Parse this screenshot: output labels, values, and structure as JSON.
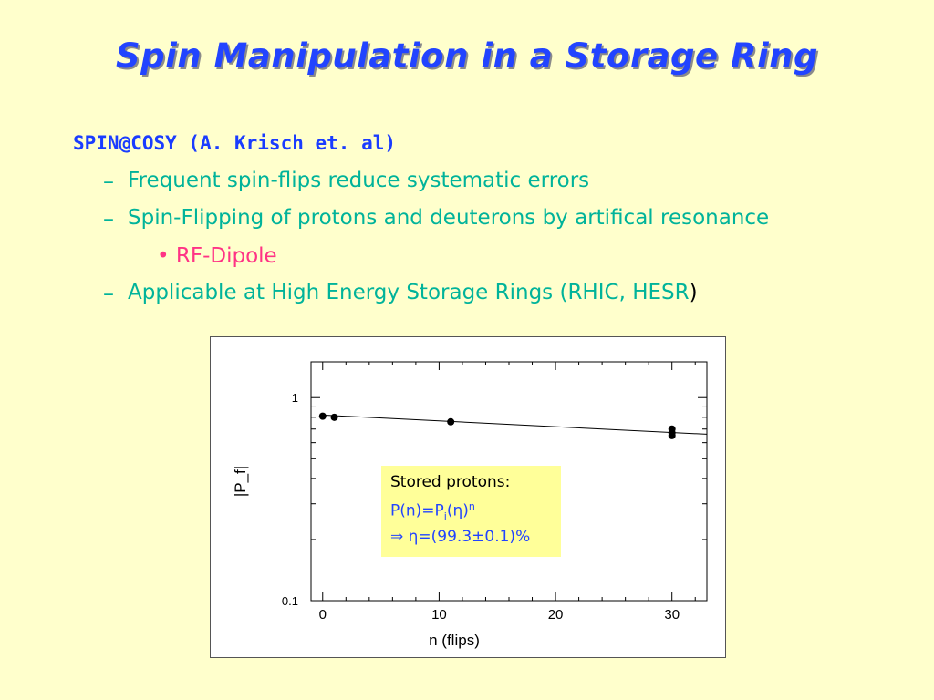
{
  "slide": {
    "title": "Spin Manipulation in a Storage Ring",
    "heading": "SPIN@COSY (A. Krisch et. al)",
    "points": [
      "Frequent spin-flips reduce systematic errors",
      "Spin-Flipping of protons and deuterons by artifical resonance",
      "Applicable at High Energy Storage Rings (RHIC, HESR"
    ],
    "closing_paren": ")",
    "dash": "–",
    "sub_bullet": "• RF-Dipole"
  },
  "legend": {
    "line1": "Stored protons:",
    "line2_a": "P(n)=P",
    "line2_sub": "i",
    "line2_b": "(η)",
    "line2_sup": "n",
    "line3": "⇒ η=(99.3±0.1)%"
  },
  "chart_data": {
    "type": "scatter",
    "xlabel": "n (flips)",
    "ylabel": "|P_f|",
    "x_ticks": [
      "0",
      "10",
      "20",
      "30"
    ],
    "y_ticks": [
      "0.1",
      "1"
    ],
    "y_scale": "log",
    "xlim": [
      -1,
      33
    ],
    "ylim": [
      0.1,
      1.5
    ],
    "grid": false,
    "series": [
      {
        "x": [
          0,
          1,
          11,
          30,
          30,
          30
        ],
        "y": [
          0.81,
          0.8,
          0.76,
          0.7,
          0.67,
          0.65
        ]
      }
    ],
    "fit_line": {
      "x": [
        0,
        33
      ],
      "y": [
        0.82,
        0.66
      ]
    }
  }
}
